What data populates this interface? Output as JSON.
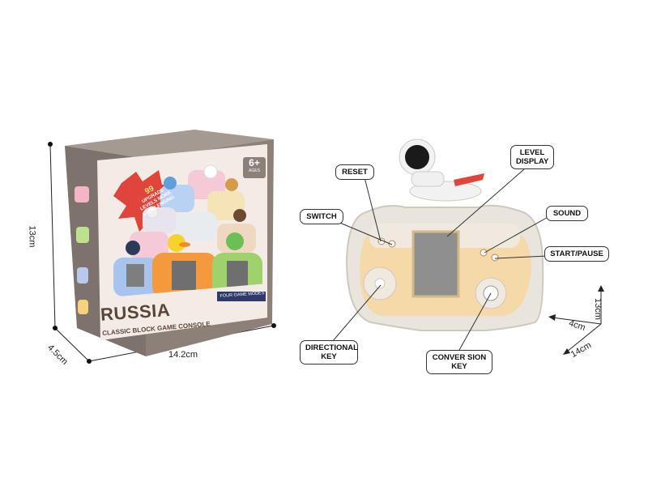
{
  "box": {
    "title": "RUSSIA",
    "subtitle": "CLASSIC BLOCK GAME CONSOLE",
    "badge_number": "99",
    "badge_line1": "UPGRADE",
    "badge_line2": "LEVELS MORE",
    "badge_line3": "CHALLENGING",
    "age": "6+",
    "age_sub": "AGES",
    "modes": "FOUR GAME MODES"
  },
  "dimensions": {
    "box_height": "13cm",
    "box_width": "14.2cm",
    "box_depth": "4.5cm",
    "console_height": "13cm",
    "console_depth": "4cm",
    "console_width": "14cm"
  },
  "callouts": {
    "reset": "RESET",
    "level_display_1": "LEVEL",
    "level_display_2": "DISPLAY",
    "sound": "SOUND",
    "switch": "SWITCH",
    "start_pause": "START/PAUSE",
    "directional_1": "DIRECTIONAL",
    "directional_2": "KEY",
    "conversion_1": "CONVER SION",
    "conversion_2": "KEY"
  },
  "colors": {
    "box_frame": "#8c8078",
    "box_inner": "#f3ece6",
    "console_shell": "#e9e4dc",
    "console_face": "#f5d9a8",
    "screen": "#8f8f8f",
    "accent_red": "#e0443a",
    "title_brown": "#5a4638"
  }
}
